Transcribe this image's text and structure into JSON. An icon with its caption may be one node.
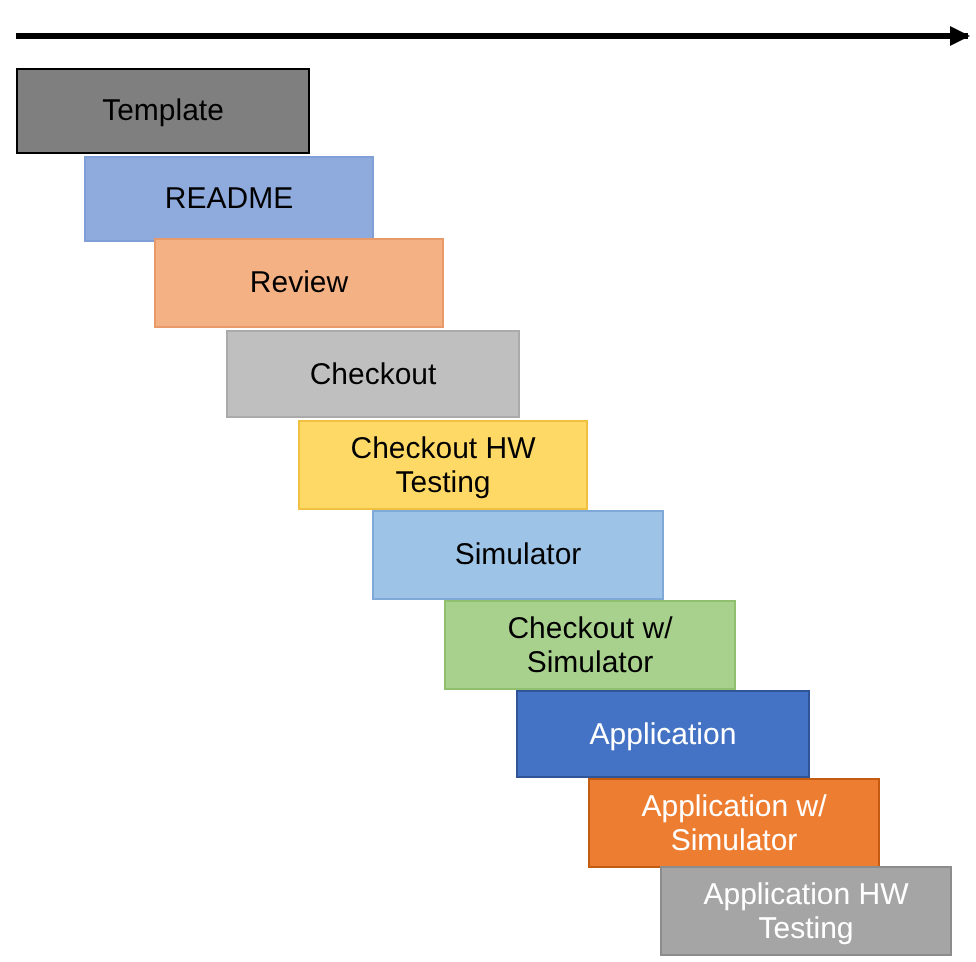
{
  "diagram": {
    "nodes": [
      {
        "text": [
          "Template"
        ]
      },
      {
        "text": [
          "README"
        ]
      },
      {
        "text": [
          "Review"
        ]
      },
      {
        "text": [
          "Checkout"
        ]
      },
      {
        "text": [
          "Checkout HW Testing"
        ]
      },
      {
        "text": [
          "Simulator"
        ]
      },
      {
        "text": [
          "Checkout w/ Simulator"
        ]
      },
      {
        "text": [
          "Application"
        ]
      },
      {
        "text": [
          "Application w/ Simulator"
        ]
      },
      {
        "text": [
          "Application HW Testing"
        ]
      }
    ]
  }
}
